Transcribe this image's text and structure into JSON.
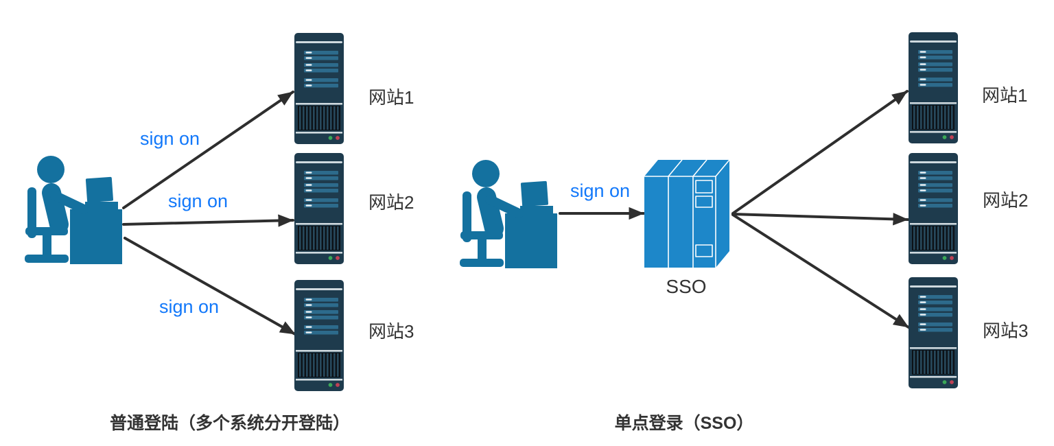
{
  "left_diagram": {
    "caption": "普通登陆（多个系统分开登陆）",
    "sign_on_labels": [
      "sign on",
      "sign on",
      "sign on"
    ],
    "server_labels": [
      "网站1",
      "网站2",
      "网站3"
    ]
  },
  "right_diagram": {
    "caption": "单点登录（SSO）",
    "sign_on_label": "sign on",
    "sso_label": "SSO",
    "server_labels": [
      "网站1",
      "网站2",
      "网站3"
    ]
  },
  "icons": {
    "user": "user-at-desk-icon",
    "server": "server-tower-icon",
    "sso": "sso-server-box-icon"
  },
  "colors": {
    "sign_on_text": "#1278fa",
    "label_text": "#333333",
    "arrow": "#2e2e2e",
    "user_icon_blue": "#14719f",
    "sso_box_blue": "#1d87c9",
    "server_body": "#1e3b4d",
    "server_panel_bar": "#2d6b8c",
    "server_separator": "#cfd9de",
    "led_green": "#3aa757",
    "led_red": "#bf4155"
  }
}
